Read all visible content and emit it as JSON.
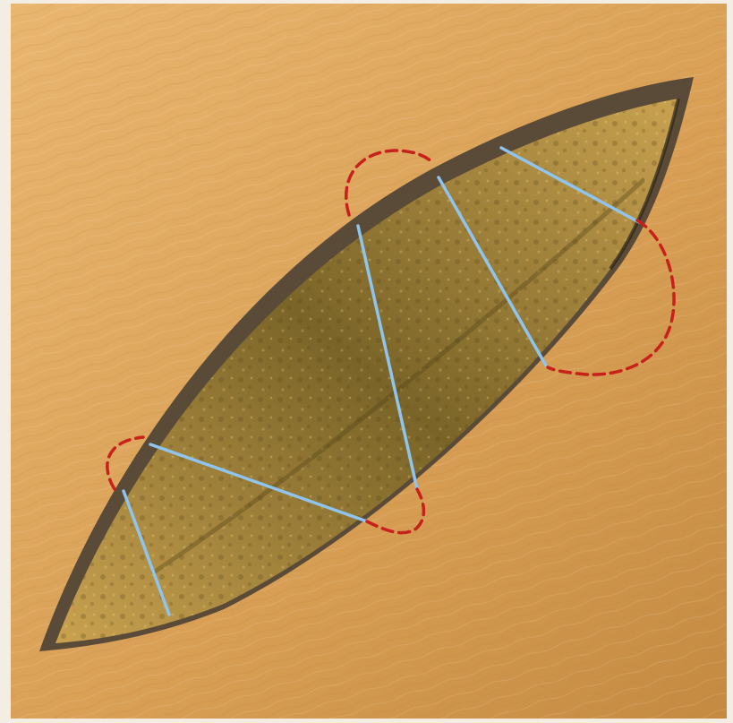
{
  "scene": {
    "subject": "elliptical-wound",
    "colors": {
      "frame": "#f3ede4",
      "skin_light": "#e9b670",
      "skin_mid": "#d9a056",
      "skin_dark": "#c48a42",
      "wound_edge": "#5a4a38",
      "wound_bed_light": "#c9a250",
      "wound_bed_dark": "#7a6428",
      "tension_line": "#8fc4ee",
      "dog_ear_marking": "#c8201a"
    },
    "tension_line_count": 5,
    "dog_ear_count": 4
  }
}
